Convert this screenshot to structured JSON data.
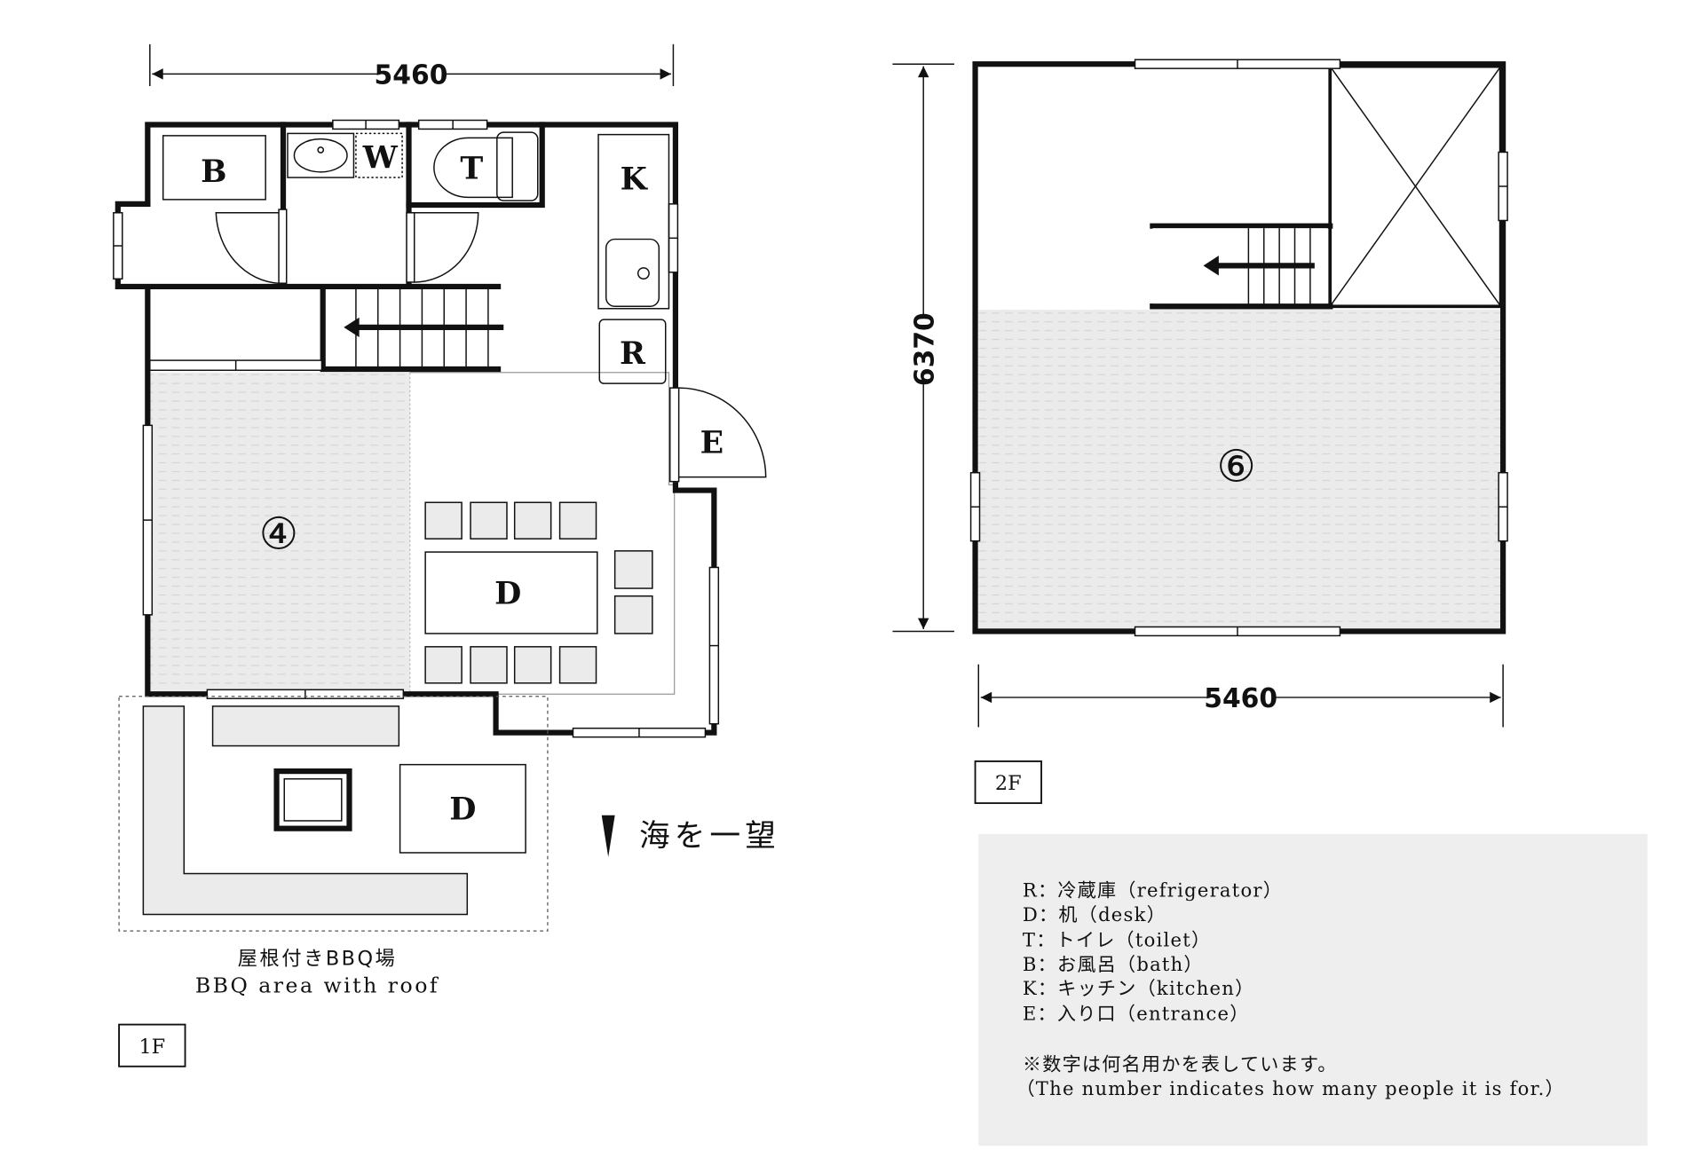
{
  "floor1": {
    "label": "1F",
    "width_dim": "5460",
    "rooms": {
      "bath": "B",
      "wash": "W",
      "toilet": "T",
      "kitchen": "K",
      "fridge": "R",
      "entrance": "E",
      "desk": "D",
      "bbq_desk": "D"
    },
    "capacity": "④",
    "view_note": "海を一望",
    "bbq_caption_jp": "屋根付きBBQ場",
    "bbq_caption_en": "BBQ area with roof"
  },
  "floor2": {
    "label": "2F",
    "width_dim": "5460",
    "depth_dim": "6370",
    "capacity": "⑥"
  },
  "legend": {
    "items": [
      "R：冷蔵庫（refrigerator）",
      "D：机（desk）",
      "T：トイレ（toilet）",
      "B：お風呂（bath）",
      "K：キッチン（kitchen）",
      "E：入り口（entrance）"
    ],
    "note_jp": "※数字は何名用かを表しています。",
    "note_en": "（The number indicates how many people it is for.）"
  },
  "colors": {
    "wall": "#111111",
    "floor_gray": "#ebebeb",
    "legend_bg": "#eeeeee"
  }
}
